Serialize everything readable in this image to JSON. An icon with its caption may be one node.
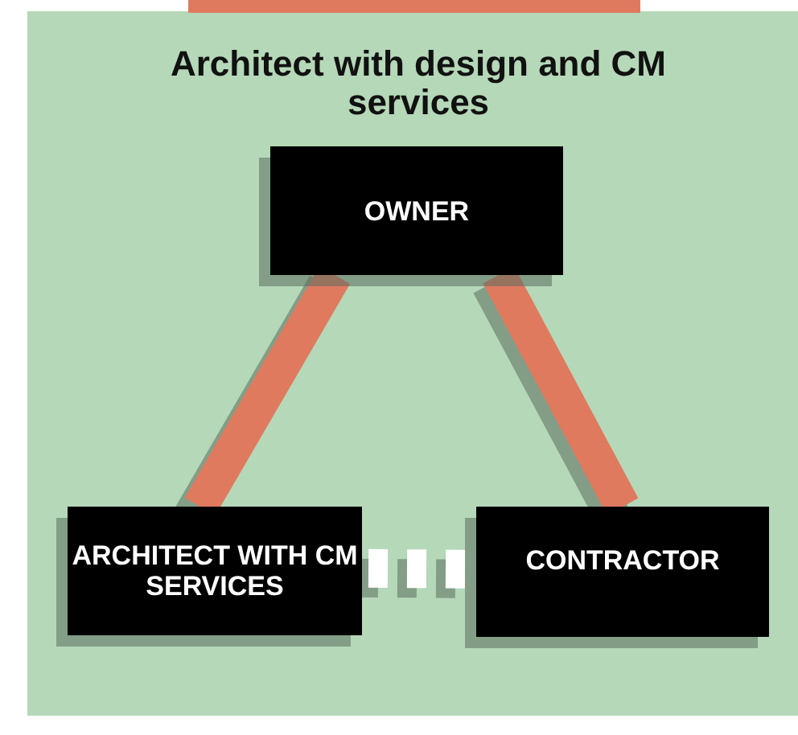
{
  "diagram": {
    "title": "Architect with design and CM services",
    "nodes": [
      {
        "text": [
          "OWNER"
        ]
      },
      {
        "text": [
          "ARCHITECT WITH CM SERVICES"
        ]
      },
      {
        "text": [
          "CONTRACTOR"
        ]
      }
    ],
    "edges": [
      {
        "from": 0,
        "to": 1,
        "arrow": "none"
      },
      {
        "from": 0,
        "to": 2,
        "arrow": "none"
      },
      {
        "from": 1,
        "to": 2,
        "arrow": "none",
        "style": "dashed",
        "color": "#ffffff"
      }
    ]
  }
}
